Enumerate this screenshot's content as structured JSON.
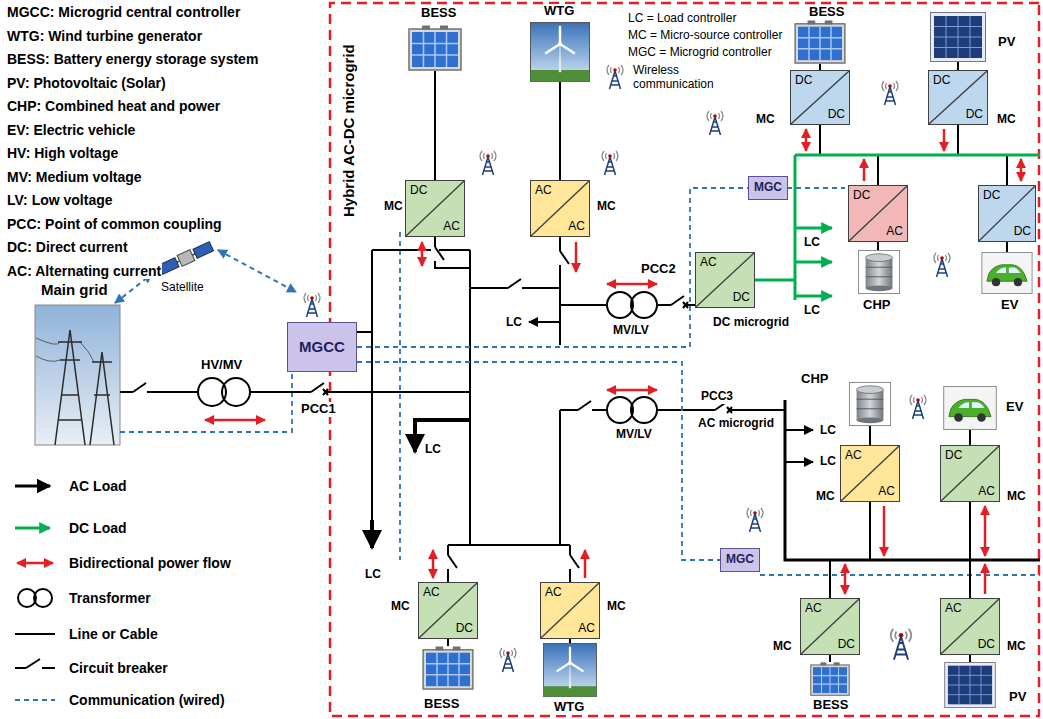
{
  "diagram": {
    "nodes": [
      {
        "text": [
          "MGCC"
        ]
      },
      {
        "text": [
          "DC",
          "AC"
        ]
      },
      {
        "text": [
          "AC",
          "AC"
        ]
      },
      {
        "text": [
          "MGC"
        ]
      },
      {
        "text": [
          "DC",
          "DC"
        ]
      },
      {
        "text": [
          "DC",
          "DC"
        ]
      },
      {
        "text": [
          "AC",
          "DC"
        ]
      },
      {
        "text": [
          "DC",
          "AC"
        ]
      },
      {
        "text": [
          "DC",
          "DC"
        ]
      },
      {
        "text": [
          "MGC"
        ]
      },
      {
        "text": [
          "AC",
          "AC"
        ]
      },
      {
        "text": [
          "DC",
          "AC"
        ]
      },
      {
        "text": [
          "AC",
          "DC"
        ]
      },
      {
        "text": [
          "AC",
          "AC"
        ]
      },
      {
        "text": [
          "AC",
          "DC"
        ]
      },
      {
        "text": [
          "AC",
          "DC"
        ]
      }
    ],
    "edges": [
      {
        "from": 0,
        "to": 3,
        "arrow": "none"
      },
      {
        "from": 0,
        "to": 9,
        "arrow": "none"
      }
    ],
    "labels": [
      "MGCC: Microgrid central controller",
      "WTG: Wind turbine generator",
      "BESS: Battery energy storage system",
      "PV: Photovoltaic (Solar)",
      "CHP: Combined heat and power",
      "EV: Electric vehicle",
      "HV: High voltage",
      "MV: Medium voltage",
      "LV: Low voltage",
      "PCC: Point of common coupling",
      "DC: Direct current",
      "AC: Alternating current",
      "Hybrid AC-DC microgrid",
      "LC = Load controller",
      "MC = Micro-source controller",
      "MGC = Microgrid controller",
      "Main grid",
      "Satellite",
      "HV/MV",
      "PCC1",
      "BESS",
      "WTG",
      "MC",
      "MC",
      "MV/LV",
      "PCC2",
      "LC",
      "LC",
      "BESS",
      "PV",
      "MC",
      "MC",
      "DC microgrid",
      "LC",
      "LC",
      "CHP",
      "EV",
      "MV/LV",
      "PCC3",
      "AC microgrid",
      "CHP",
      "EV",
      "LC",
      "LC",
      "MC",
      "MC",
      "MC",
      "MC",
      "LC",
      "BESS",
      "WTG",
      "MC",
      "BESS",
      "MC",
      "PV"
    ],
    "legend": [
      {
        "text": "AC Load"
      },
      {
        "text": "DC Load"
      },
      {
        "text": "Bidirectional power flow"
      },
      {
        "text": "Transformer"
      },
      {
        "text": "Line or Cable"
      },
      {
        "text": "Circuit breaker"
      },
      {
        "text": "Communication (wired)"
      },
      {
        "text": "Wireless communication"
      }
    ]
  }
}
